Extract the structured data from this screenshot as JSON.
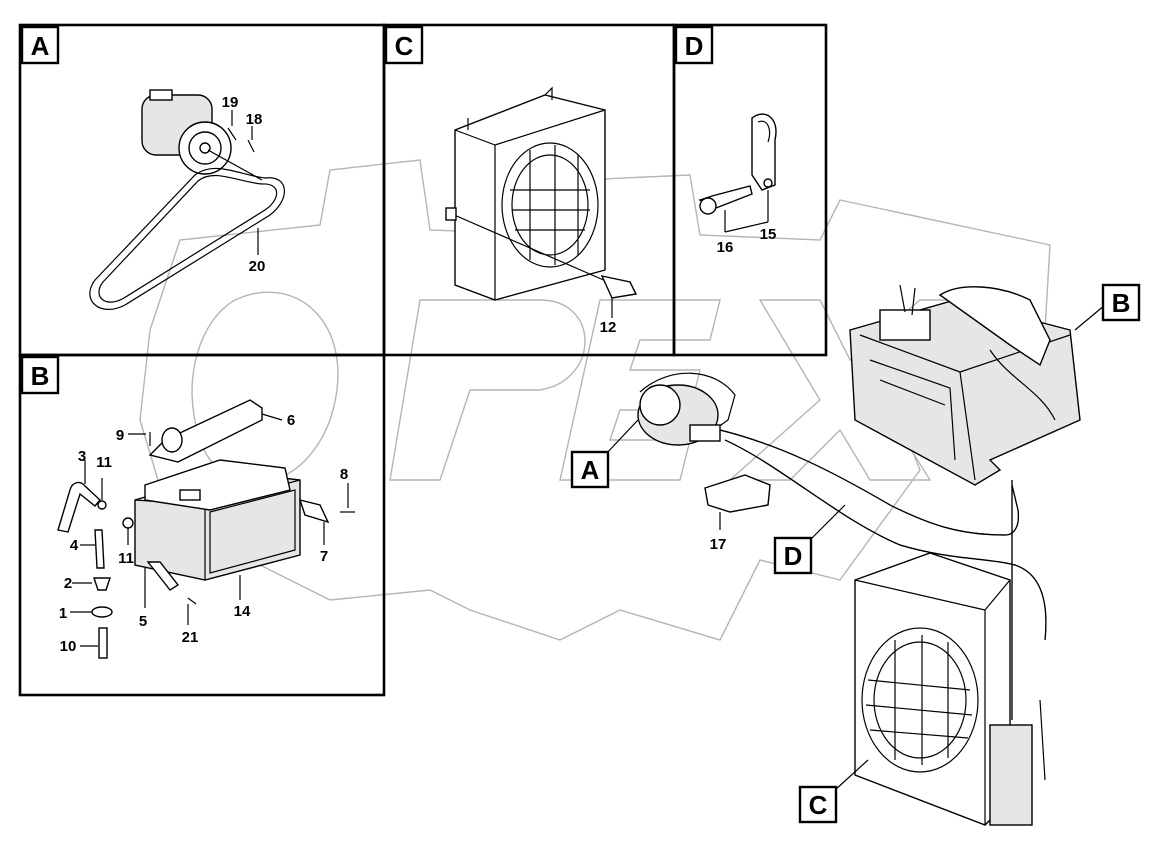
{
  "panels": {
    "A": {
      "label": "A"
    },
    "B": {
      "label": "B"
    },
    "C": {
      "label": "C"
    },
    "D": {
      "label": "D"
    }
  },
  "assembly_labels": {
    "A": "A",
    "B": "B",
    "C": "C",
    "D": "D"
  },
  "part_numbers": {
    "p1": "1",
    "p2": "2",
    "p3": "3",
    "p4": "4",
    "p5": "5",
    "p6": "6",
    "p7": "7",
    "p8": "8",
    "p9": "9",
    "p10": "10",
    "p11a": "11",
    "p11b": "11",
    "p12": "12",
    "p14": "14",
    "p15": "15",
    "p16": "16",
    "p17": "17",
    "p18": "18",
    "p19": "19",
    "p20": "20",
    "p21": "21"
  }
}
